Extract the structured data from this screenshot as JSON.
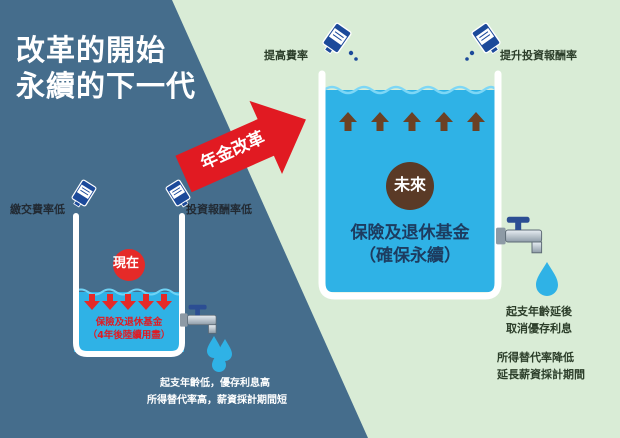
{
  "title": {
    "line1": "改革的開始",
    "line2": "永續的下一代"
  },
  "reform_arrow": {
    "label": "年金改革"
  },
  "present": {
    "badge": "現在",
    "left_label": "繳交費率低",
    "right_label": "投資報酬率低",
    "fund_line1": "保險及退休基金",
    "fund_line2": "（4年後陸續用盡）",
    "note_line1": "起支年齡低，優存利息高",
    "note_line2": "所得替代率高，薪資採計期間短"
  },
  "future": {
    "badge": "未來",
    "left_label": "提高費率",
    "right_label": "提升投資報酬率",
    "fund_line1": "保險及退休基金",
    "fund_line2": "（確保永續）",
    "note_line1": "起支年齡延後",
    "note_line2": "取消優存利息",
    "note_line3": "所得替代率降低",
    "note_line4": "延長薪資採計期間"
  },
  "colors": {
    "bg_blue": "#456d8c",
    "bg_green": "#d9ecd6",
    "water": "#2fb2e6",
    "arrow_red": "#e11a22",
    "down_arrow_red": "#e52a28",
    "up_arrow_brown": "#6b4124",
    "future_badge": "#5a3a26"
  }
}
